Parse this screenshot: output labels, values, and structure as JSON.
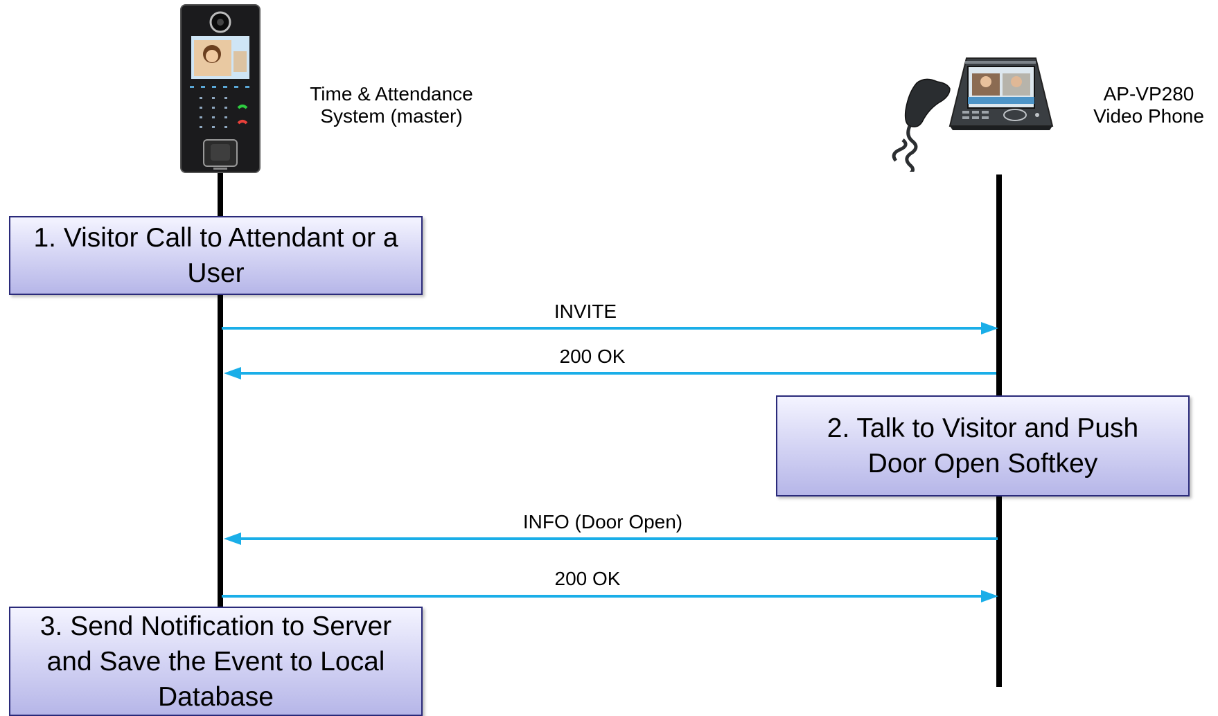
{
  "colors": {
    "arrow": "#1aaee8",
    "lifeline": "#000000",
    "box_border": "#2a2a7a",
    "box_fill_top": "#f4f4ff",
    "box_fill_bottom": "#b6b6e8"
  },
  "participants": {
    "left": {
      "label_line1": "Time & Attendance",
      "label_line2": "System (master)",
      "icon": "door-terminal-icon"
    },
    "right": {
      "label_line1": "AP-VP280",
      "label_line2": "Video Phone",
      "icon": "video-phone-icon"
    }
  },
  "steps": {
    "step1": "1. Visitor Call to Attendant or a User",
    "step2": "2. Talk to Visitor and Push Door Open Softkey",
    "step3": "3. Send Notification to Server and Save the Event to Local Database"
  },
  "messages": {
    "m1": {
      "label": "INVITE",
      "direction": "left-to-right"
    },
    "m2": {
      "label": "200 OK",
      "direction": "right-to-left"
    },
    "m3": {
      "label": "INFO (Door Open)",
      "direction": "right-to-left"
    },
    "m4": {
      "label": "200 OK",
      "direction": "left-to-right"
    }
  }
}
